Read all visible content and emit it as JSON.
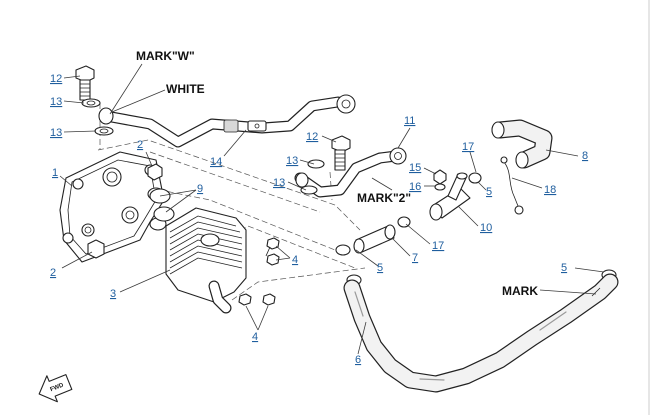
{
  "diagram": {
    "callouts": {
      "c1": "1",
      "c2a": "2",
      "c2b": "2",
      "c3": "3",
      "c4a": "4",
      "c4b": "4",
      "c5a": "5",
      "c5b": "5",
      "c5c": "5",
      "c6": "6",
      "c7": "7",
      "c8": "8",
      "c9": "9",
      "c10": "10",
      "c11": "11",
      "c12a": "12",
      "c12b": "12",
      "c13a": "13",
      "c13b": "13",
      "c13c": "13",
      "c13d": "13",
      "c14": "14",
      "c15": "15",
      "c16": "16",
      "c17a": "17",
      "c17b": "17",
      "c18": "18"
    },
    "marks": {
      "mark_w": "MARK\"W\"",
      "white": "WHITE",
      "mark_2": "MARK\"2\"",
      "mark": "MARK"
    },
    "fwd_arrow": {
      "icon": "fwd-arrow-icon",
      "label": "FWD"
    }
  }
}
